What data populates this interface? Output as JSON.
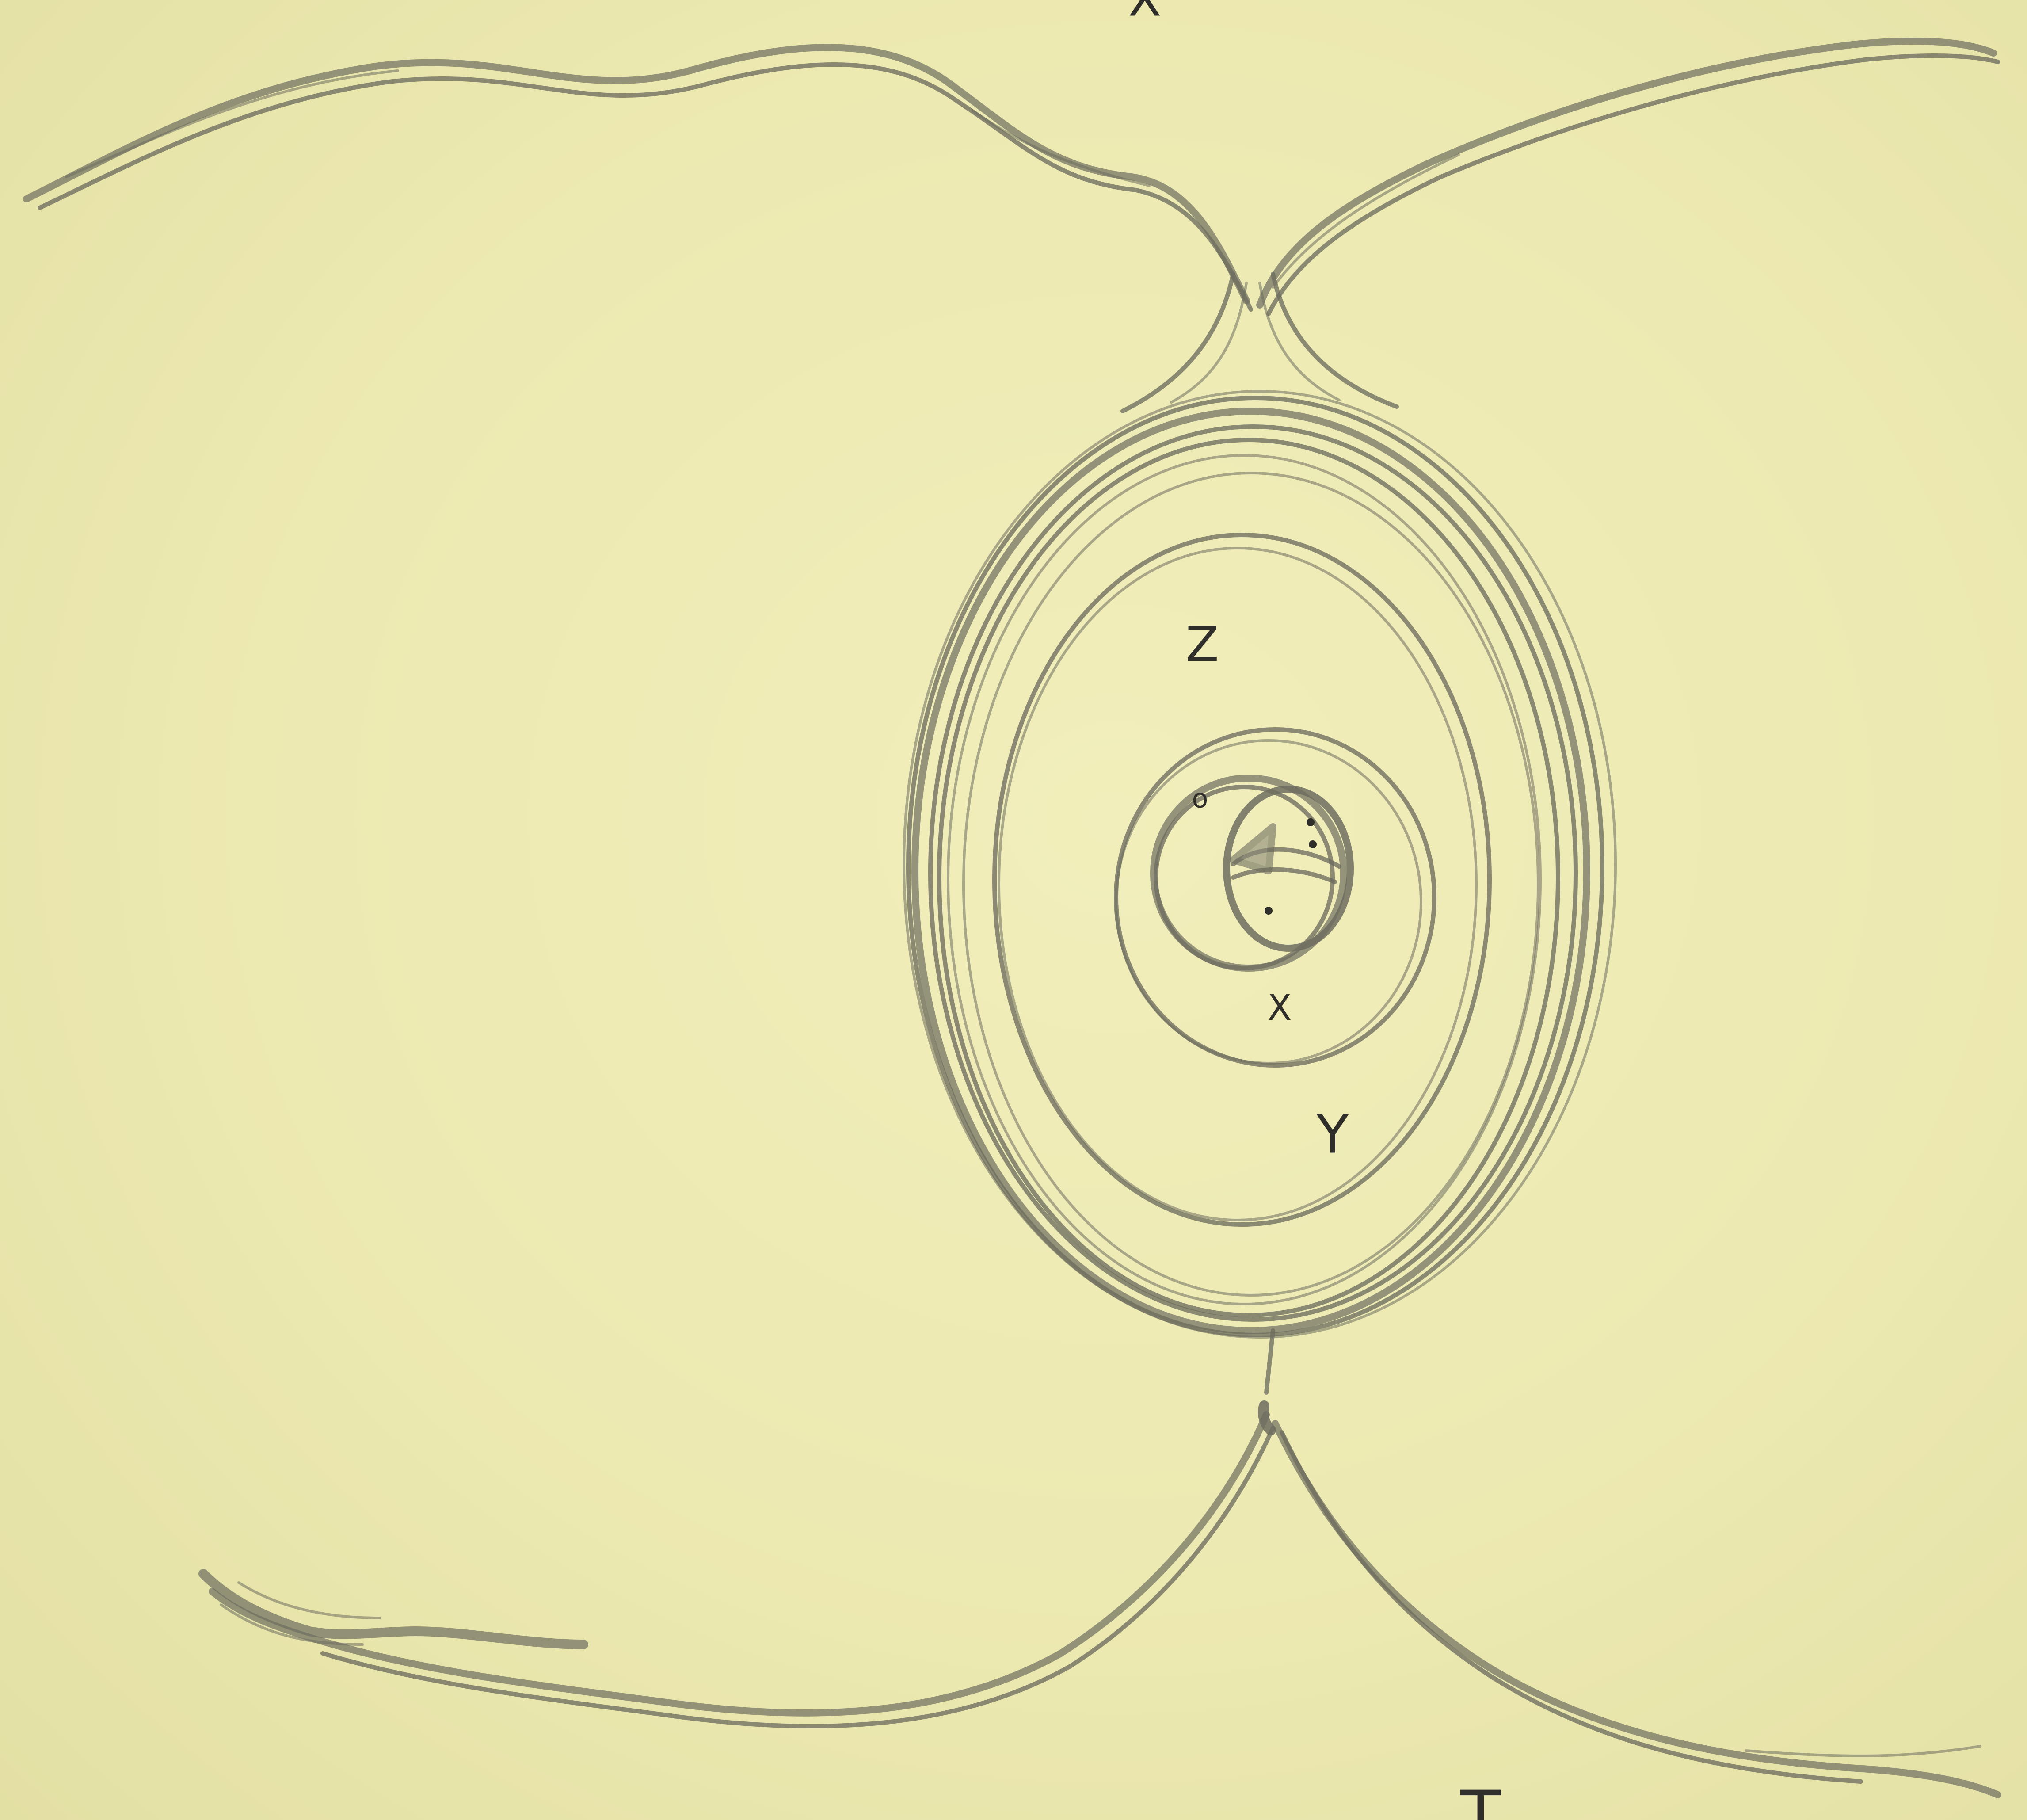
{
  "labels": {
    "outer_region": "Z",
    "middle_region": "Y",
    "inner_region": "X",
    "small_circle_mark": "o",
    "top_edge_fragment": "X",
    "bottom_edge_fragment": "T"
  },
  "colors": {
    "paper": "#eeebb4",
    "pencil": "#6e6d5f",
    "ink": "#2f2e2a"
  }
}
